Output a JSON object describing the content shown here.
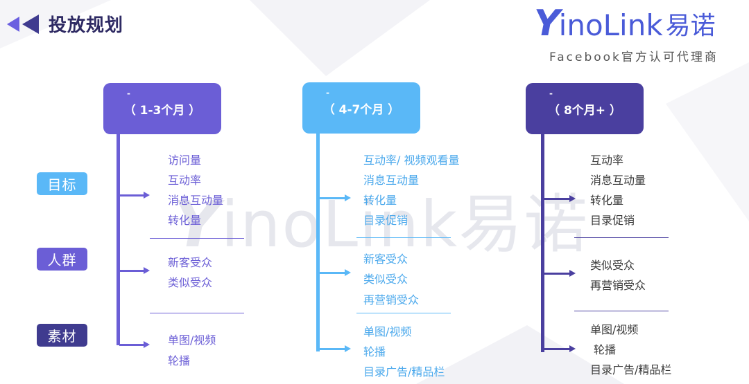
{
  "header": {
    "title": "投放规划"
  },
  "logo": {
    "brand_y": "Y",
    "brand_rest": "inoLink",
    "brand_cn": "易诺",
    "subtitle": "Facebook官方认可代理商"
  },
  "watermark": {
    "y": "Y",
    "rest": "inoLink易诺"
  },
  "row_labels": [
    "目标",
    "人群",
    "素材"
  ],
  "phases": [
    {
      "label": "（ 1-3个月 ）",
      "color": "#6b5ed6",
      "groups": [
        [
          "访问量",
          "互动率",
          "消息互动量",
          "转化量"
        ],
        [
          "新客受众",
          "类似受众"
        ],
        [
          "单图/视频",
          "轮播"
        ]
      ]
    },
    {
      "label": "（ 4-7个月 ）",
      "color": "#5ab8f7",
      "groups": [
        [
          "互动率/ 视频观看量",
          "消息互动量",
          "转化量",
          "目录促销"
        ],
        [
          "新客受众",
          "类似受众",
          "再营销受众"
        ],
        [
          "单图/视频",
          "轮播",
          "目录广告/精品栏"
        ]
      ]
    },
    {
      "label": "（ 8个月+ ）",
      "color": "#4a3f9f",
      "groups": [
        [
          "互动率",
          "消息互动量",
          "转化量",
          "目录促销"
        ],
        [
          "类似受众",
          "再营销受众"
        ],
        [
          "单图/视频",
          "轮播",
          "目录广告/精品栏"
        ]
      ]
    }
  ],
  "colors": {
    "label_goal": "#5ab8f7",
    "label_audience": "#6b5ed6",
    "label_material": "#3f3b8f"
  }
}
